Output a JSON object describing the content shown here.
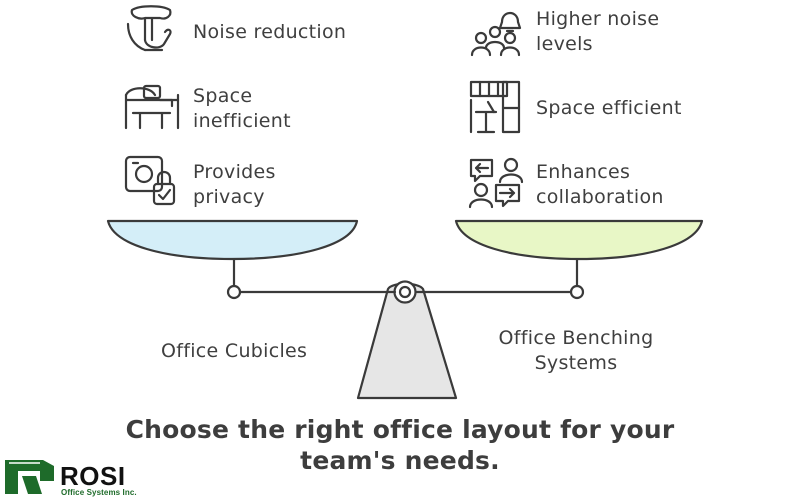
{
  "left_side": {
    "label": "Office Cubicles",
    "items": [
      {
        "text": "Noise reduction",
        "icon": "silence-finger-icon"
      },
      {
        "text": "Space\ninefficient",
        "icon": "desk-cubicle-icon"
      },
      {
        "text": "Provides\nprivacy",
        "icon": "privacy-lock-icon"
      }
    ],
    "pan_color": "#d4eef8"
  },
  "right_side": {
    "label": "Office Benching\nSystems",
    "items": [
      {
        "text": "Higher noise\nlevels",
        "icon": "bell-group-icon"
      },
      {
        "text": "Space efficient",
        "icon": "bench-desks-icon"
      },
      {
        "text": "Enhances\ncollaboration",
        "icon": "chat-exchange-icon"
      }
    ],
    "pan_color": "#e8f7c6"
  },
  "headline": "Choose the right office layout for your\nteam's needs.",
  "logo": {
    "name": "ROSI",
    "subtitle": "Office Systems Inc.",
    "brand_color": "#1e6b2a"
  }
}
